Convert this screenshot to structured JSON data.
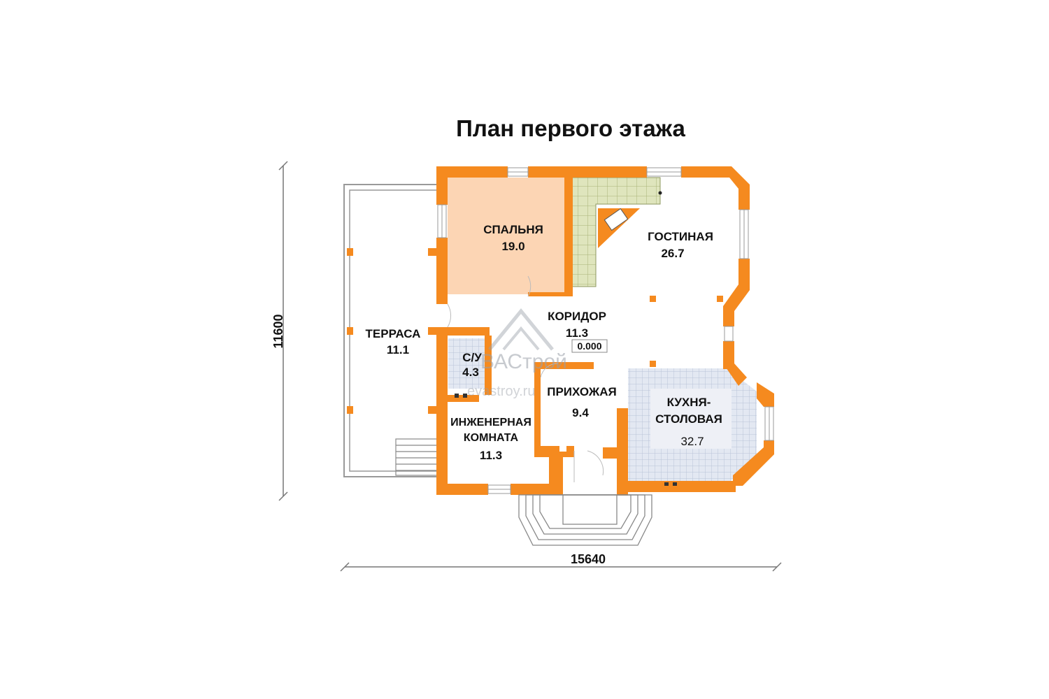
{
  "plan": {
    "title": "План первого этажа",
    "dimensions": {
      "width": "15640",
      "height": "11600"
    },
    "level_mark": "0.000",
    "watermark": {
      "brand": "ВАСтрой",
      "site": "evastroy.ru"
    },
    "rooms": [
      {
        "id": "bedroom",
        "name": "СПАЛЬНЯ",
        "area": "19.0"
      },
      {
        "id": "living",
        "name": "ГОСТИНАЯ",
        "area": "26.7"
      },
      {
        "id": "corridor",
        "name": "КОРИДОР",
        "area": "11.3"
      },
      {
        "id": "terrace",
        "name": "ТЕРРАСА",
        "area": "11.1"
      },
      {
        "id": "bathroom",
        "name": "С/У",
        "area": "4.3"
      },
      {
        "id": "hallway",
        "name": "ПРИХОЖАЯ",
        "area": "9.4"
      },
      {
        "id": "kitchen",
        "name_line1": "КУХНЯ-",
        "name_line2": "СТОЛОВАЯ",
        "area": "32.7"
      },
      {
        "id": "utility",
        "name_line1": "ИНЖЕНЕРНАЯ",
        "name_line2": "КОМНАТА",
        "area": "11.3"
      }
    ],
    "colors": {
      "wall": "#f58a1f",
      "bedroom_floor": "#fcd5b4",
      "tile": "#dde3ef",
      "stairs": "#d9e0b3"
    }
  }
}
